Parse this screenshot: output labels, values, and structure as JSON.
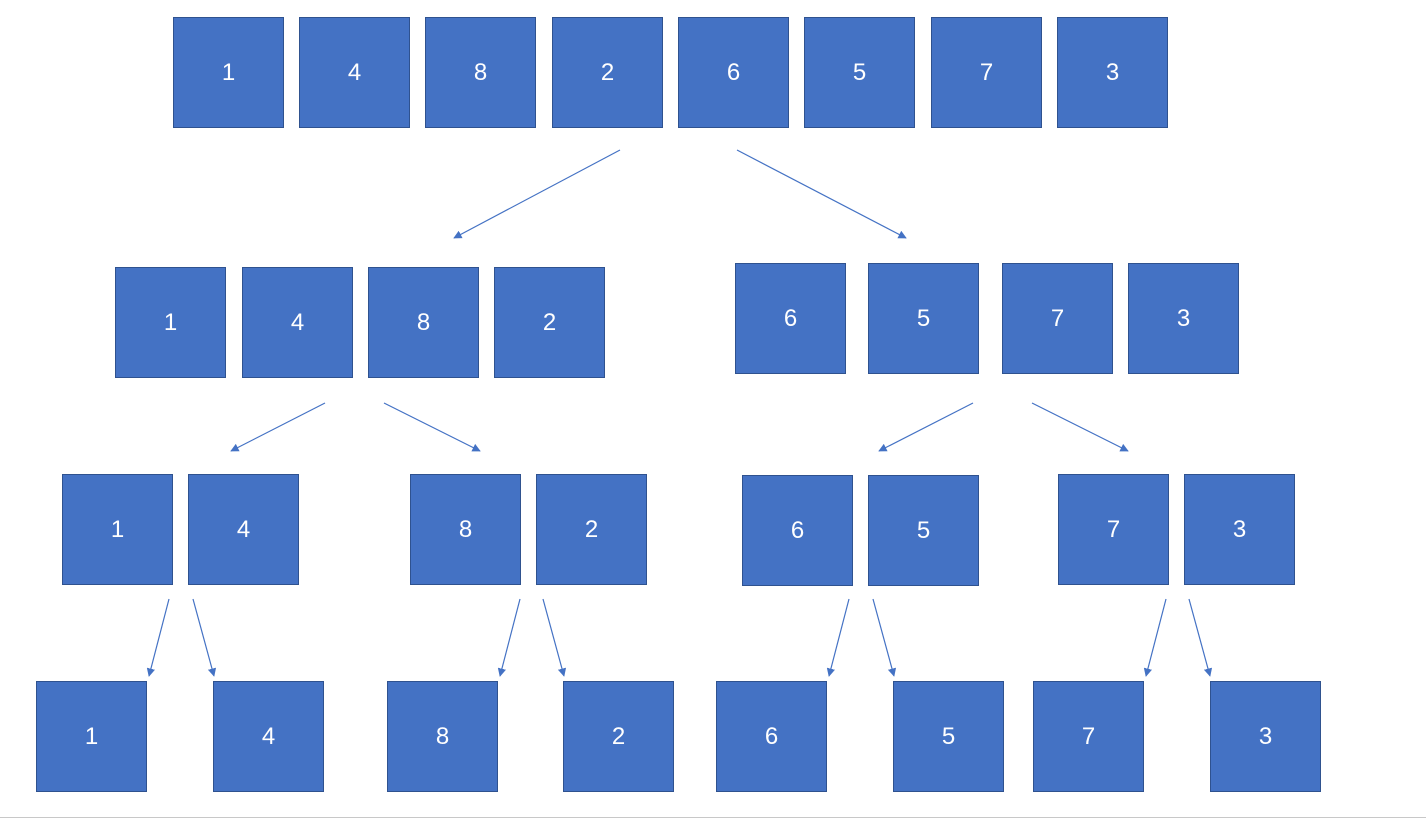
{
  "diagram": {
    "colors": {
      "box_fill": "#4472C4",
      "box_border": "#2F528F",
      "arrow": "#4472C4",
      "text": "#FFFFFF"
    },
    "level_0": {
      "box_0": "1",
      "box_1": "4",
      "box_2": "8",
      "box_3": "2",
      "box_4": "6",
      "box_5": "5",
      "box_6": "7",
      "box_7": "3"
    },
    "level_1": {
      "left": {
        "box_0": "1",
        "box_1": "4",
        "box_2": "8",
        "box_3": "2"
      },
      "right": {
        "box_0": "6",
        "box_1": "5",
        "box_2": "7",
        "box_3": "3"
      }
    },
    "level_2": {
      "group_0": {
        "box_0": "1",
        "box_1": "4"
      },
      "group_1": {
        "box_0": "8",
        "box_1": "2"
      },
      "group_2": {
        "box_0": "6",
        "box_1": "5"
      },
      "group_3": {
        "box_0": "7",
        "box_1": "3"
      }
    },
    "level_3": {
      "box_0": "1",
      "box_1": "4",
      "box_2": "8",
      "box_3": "2",
      "box_4": "6",
      "box_5": "5",
      "box_6": "7",
      "box_7": "3"
    }
  }
}
